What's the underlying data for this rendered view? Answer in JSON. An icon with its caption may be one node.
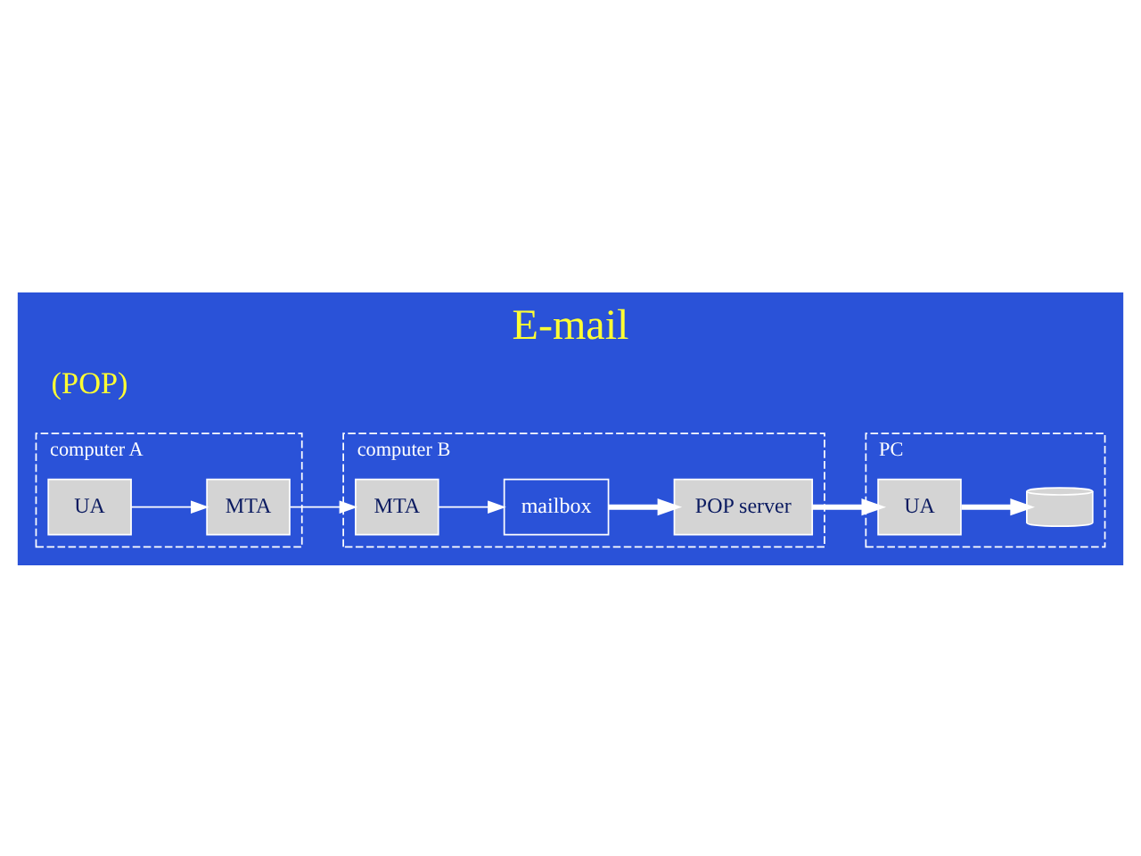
{
  "diagram": {
    "title": "E-mail",
    "nodes": [
      {
        "text": [
          "computer A"
        ]
      },
      {
        "text": [
          "MTA"
        ],
        "in": 0
      },
      {
        "text": [
          "UA"
        ],
        "in": 0
      },
      {
        "text": [
          "computer B"
        ]
      },
      {
        "text": [
          "MTA"
        ],
        "in": 3
      },
      {
        "text": [
          "mailbox"
        ],
        "in": 3
      },
      {
        "text": [
          "POP server"
        ],
        "in": 3
      },
      {
        "text": [
          "PC"
        ]
      },
      {
        "text": [
          "UA"
        ],
        "in": 7
      },
      {
        "text": [],
        "shape": "cylinder",
        "in": 7
      }
    ],
    "edges": [
      {
        "from": 2,
        "to": 1,
        "arrow": "to"
      },
      {
        "from": 1,
        "to": 4,
        "arrow": "to"
      },
      {
        "from": 4,
        "to": 5,
        "arrow": "to"
      },
      {
        "from": 5,
        "to": 6,
        "arrow": "to",
        "style": "thick"
      },
      {
        "from": 6,
        "to": 8,
        "arrow": "to",
        "style": "thick"
      },
      {
        "from": 8,
        "to": 9,
        "arrow": "to",
        "style": "thick"
      }
    ],
    "labels": [
      "(POP)"
    ]
  }
}
